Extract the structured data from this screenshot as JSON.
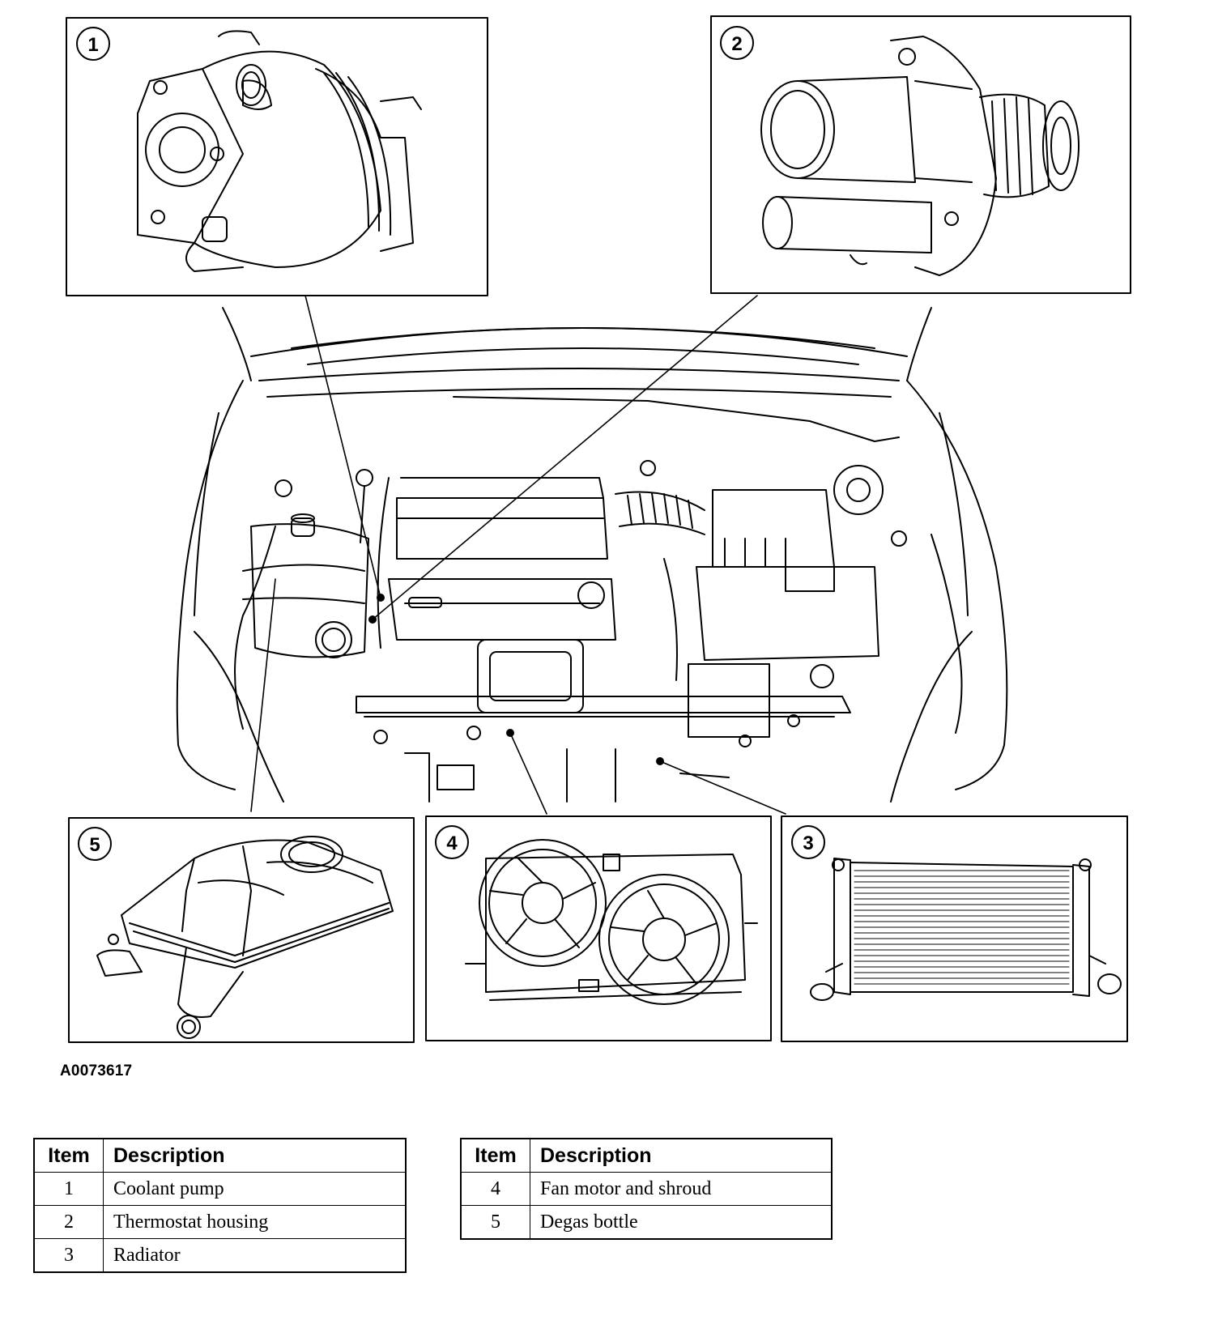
{
  "figure_id": "A0073617",
  "callouts": [
    "1",
    "2",
    "3",
    "4",
    "5"
  ],
  "legend_left": {
    "headers": [
      "Item",
      "Description"
    ],
    "rows": [
      {
        "item": "1",
        "description": "Coolant pump"
      },
      {
        "item": "2",
        "description": "Thermostat housing"
      },
      {
        "item": "3",
        "description": "Radiator"
      }
    ]
  },
  "legend_right": {
    "headers": [
      "Item",
      "Description"
    ],
    "rows": [
      {
        "item": "4",
        "description": "Fan motor and shroud"
      },
      {
        "item": "5",
        "description": "Degas bottle"
      }
    ]
  }
}
